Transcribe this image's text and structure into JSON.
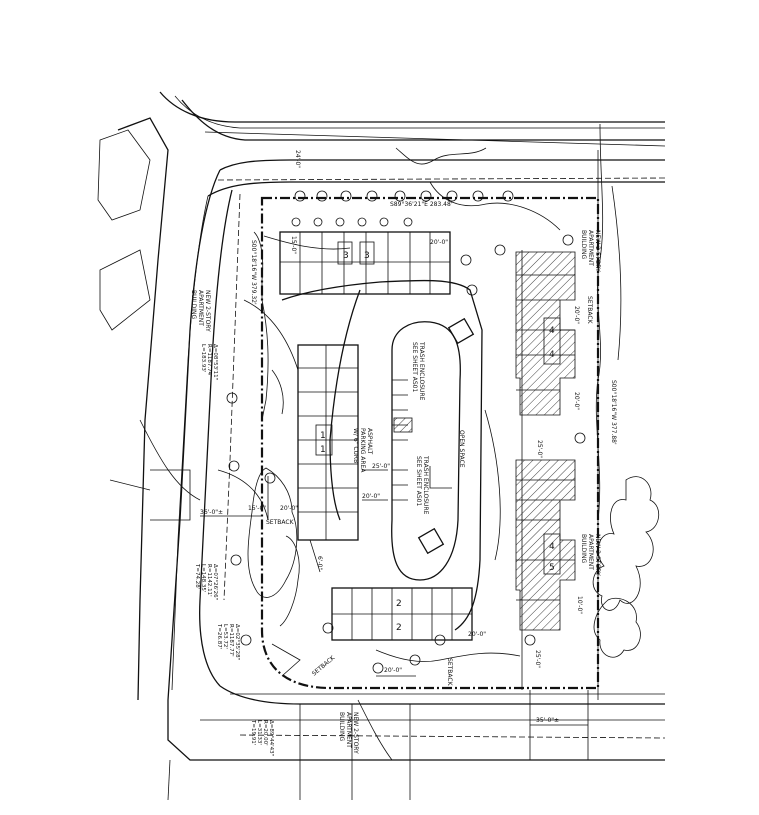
{
  "buildings": {
    "b1": "1",
    "b2": "2",
    "b3": "3",
    "b4": "4",
    "b5": "5"
  },
  "labels": {
    "new_apt_west": [
      "NEW 2-STORY",
      "APARTMENT",
      "BUILDING"
    ],
    "new_apt_east": [
      "NEW 2-STORY",
      "APARTMENT",
      "BUILDING"
    ],
    "new_apt_se": [
      "NEW 2-STORY",
      "APARTMENT",
      "BUILDING"
    ],
    "new_apt_south": [
      "NEW 2-STORY",
      "APARTMENT",
      "BUILDING"
    ],
    "asphalt": [
      "ASPHALT",
      "PARKING AREA",
      "W/ 6\" CURB"
    ],
    "trash1": [
      "TRASH ENCLOSURE",
      "SEE SHEET AS01"
    ],
    "trash2": [
      "TRASH ENCLOSURE",
      "SEE SHEET AS01"
    ],
    "open_space": "OPEN SPACE",
    "setback_w": "SETBACK",
    "setback_sw": "SETBACK",
    "setback_s": "SETBACK",
    "setback_e": "SETBACK"
  },
  "bearings": {
    "east": "S00°18'16\"W 377.88'",
    "west": "S00°18'16\"W 379.32'",
    "north": "S89°36'21\"E 283.48'"
  },
  "curves": {
    "c1": [
      "Δ=08°53'11\"",
      "R=1187.74'",
      "L=183.93'"
    ],
    "c2": [
      "Δ=07°26'26\"",
      "R=1142.11'",
      "L=148.35'",
      "T=74.28'"
    ],
    "c3": [
      "Δ=02°35'28\"",
      "R=1187.77'",
      "L=53.72'",
      "T=26.87'"
    ],
    "c4": [
      "Δ=89°44'43\"",
      "R=20.00'",
      "L=31.33'",
      "T=19.91'"
    ]
  },
  "dims": {
    "d1": "36'-0\"±",
    "d2": "15'-0\"",
    "d3": "20'-0\"",
    "d4": "20'-0\"",
    "d5": "25'-0\"",
    "d6": "20'-0\"",
    "d7": "15'-0\"",
    "d8": "24'-0\"",
    "d9": "35'-0\"±",
    "d10": "20'-0\"",
    "d11": "20'-0\"",
    "d12": "25'-0\"",
    "d13": "6'-0\"",
    "d14": "20'-0\"",
    "d15": "25'-0\"",
    "d16": "10'-0\"",
    "d17": "20'-0\""
  }
}
